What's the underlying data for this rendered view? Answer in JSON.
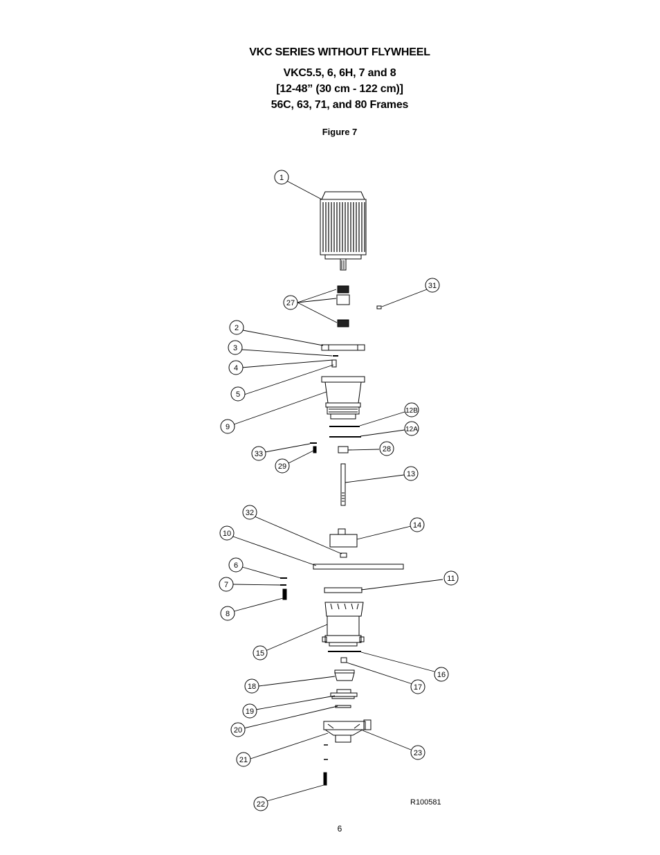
{
  "header": {
    "title": "VKC SERIES WITHOUT FLYWHEEL",
    "models": "VKC5.5, 6, 6H, 7 and 8",
    "range": "[12-48” (30 cm - 122 cm)]",
    "frames": "56C, 63, 71, and 80 Frames"
  },
  "figure_label": "Figure 7",
  "drawing_ref": "R100581",
  "page_number": "6",
  "callouts": [
    "1",
    "27",
    "31",
    "2",
    "3",
    "4",
    "5",
    "9",
    "12B",
    "12A",
    "33",
    "28",
    "29",
    "13",
    "32",
    "14",
    "10",
    "6",
    "11",
    "7",
    "8",
    "15",
    "16",
    "17",
    "18",
    "19",
    "20",
    "23",
    "21",
    "22"
  ]
}
